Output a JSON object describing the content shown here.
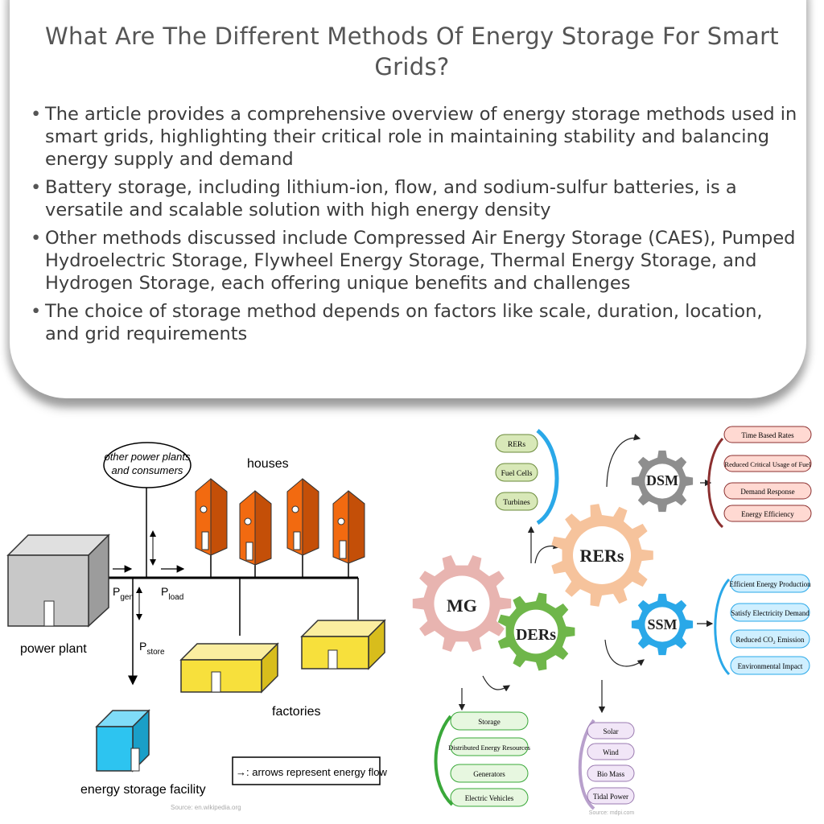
{
  "title": "What Are The Different Methods Of Energy Storage For Smart Grids?",
  "bullets": [
    "The article provides a comprehensive overview of energy storage methods used in smart grids, highlighting their critical role in maintaining stability and balancing energy supply and demand",
    "Battery storage, including lithium-ion, flow, and sodium-sulfur batteries, is a versatile and scalable solution with high energy density",
    "Other methods discussed include Compressed Air Energy Storage (CAES), Pumped Hydroelectric Storage, Flywheel Energy Storage, Thermal Energy Storage, and Hydrogen Storage, each offering unique benefits and challenges",
    "The choice of storage method depends on factors like scale, duration, location, and grid requirements"
  ],
  "bullet_symbol": "•",
  "left_diagram": {
    "bubble_line1": "other power plants",
    "bubble_line2": "and consumers",
    "houses": "houses",
    "power_plant": "power plant",
    "factories": "factories",
    "storage": "energy storage facility",
    "p_gen": "P",
    "p_gen_sub": "gen",
    "p_load": "P",
    "p_load_sub": "load",
    "p_store": "P",
    "p_store_sub": "store",
    "legend": "→: arrows represent energy flow",
    "source": "Source: en.wikipedia.org",
    "colors": {
      "house": "#f26a10",
      "factory": "#f7e03c",
      "storage": "#2dc4f0",
      "plant": "#c8c8c8"
    }
  },
  "right_diagram": {
    "mg": "MG",
    "ders": "DERs",
    "rers": "RERs",
    "dsm": "DSM",
    "ssm": "SSM",
    "rers_items": [
      "RERs",
      "Fuel Cells",
      "Turbines"
    ],
    "dsm_items": [
      "Time Based Rates",
      "Reduced Critical Usage of Fuel",
      "Demand Response",
      "Energy Efficiency"
    ],
    "ssm_items": [
      "Efficient Energy Production",
      "Satisfy Electricity Demand",
      "Reduced CO₂ Emission",
      "Environmental Impact"
    ],
    "der_items": [
      "Storage",
      "Distributed Energy Resources",
      "Generators",
      "Electric Vehicles"
    ],
    "renew_items": [
      "Solar",
      "Wind",
      "Bio Mass",
      "Tidal Power"
    ],
    "source": "Source: mdpi.com",
    "colors": {
      "mg": "#e8b4b0",
      "ders": "#6fb64a",
      "rers": "#f6c39c",
      "dsm": "#8e8e8e",
      "ssm": "#2aa8e8",
      "dsm_box": "#ffd9d2",
      "dsm_edge": "#8b2f2f",
      "ssm_box": "#cfefff",
      "green_box": "#e7f7e0",
      "purple_box": "#f1e6f7",
      "lime_box": "#d8e8b8"
    }
  }
}
